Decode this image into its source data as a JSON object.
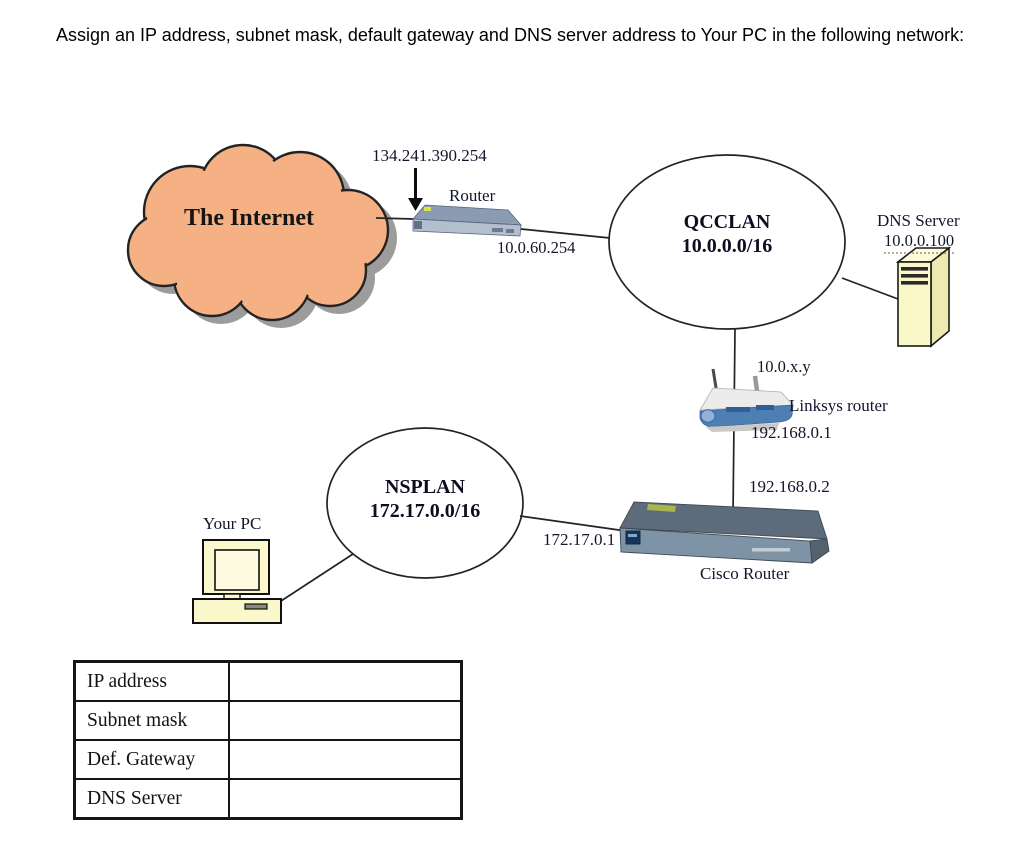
{
  "title": "Assign an IP address, subnet mask, default gateway and DNS server address to Your PC in the following network:",
  "diagram": {
    "internet": {
      "label": "The Internet"
    },
    "edge_router": {
      "wan_ip": "134.241.390.254",
      "label": "Router",
      "lan_ip": "10.0.60.254"
    },
    "qcclan": {
      "name": "QCCLAN",
      "subnet": "10.0.0.0/16"
    },
    "dns_server": {
      "label": "DNS Server",
      "ip": "10.0.0.100"
    },
    "linksys": {
      "wan_ip": "10.0.x.y",
      "label": "Linksys router",
      "lan_ip": "192.168.0.1"
    },
    "cisco": {
      "wan_ip": "192.168.0.2",
      "lan_ip": "172.17.0.1",
      "label": "Cisco Router"
    },
    "nsplan": {
      "name": "NSPLAN",
      "subnet": "172.17.0.0/16"
    },
    "your_pc": {
      "label": "Your PC"
    }
  },
  "answer_table": {
    "rows": [
      {
        "label": "IP address",
        "value": ""
      },
      {
        "label": "Subnet mask",
        "value": ""
      },
      {
        "label": "Def. Gateway",
        "value": ""
      },
      {
        "label": "DNS Server",
        "value": ""
      }
    ]
  },
  "colors": {
    "cloud_fill": "#F5B183",
    "shadow_gray": "#9C9C9C",
    "device_yellow": "#FBF8CC",
    "linksys_blue": "#4D7FB3",
    "cisco_top": "#5D6B7A",
    "cisco_front": "#7E93A6",
    "ink": "#14142B"
  }
}
